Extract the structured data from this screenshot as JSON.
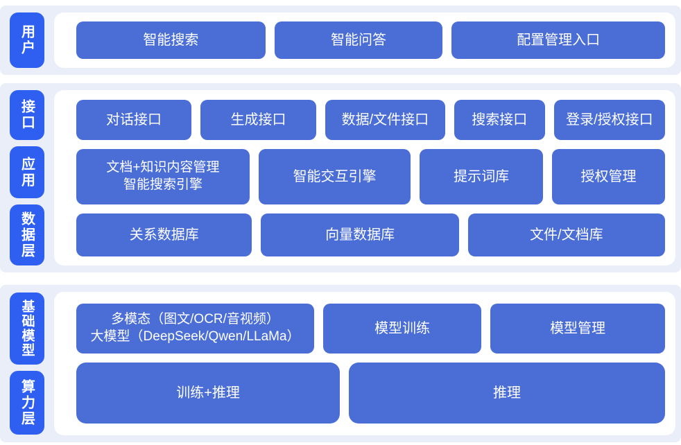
{
  "colors": {
    "band_bg": "#e9eef8",
    "panel_bg": "#ffffff",
    "pill_blue": "#2e5ff0",
    "button_blue": "#4a6ed6",
    "text_white": "#ffffff"
  },
  "bands": [
    {
      "name": "user-layer",
      "labels": [
        {
          "id": "user",
          "text": "用户"
        }
      ],
      "rows": [
        {
          "buttons": [
            {
              "label": "智能搜索"
            },
            {
              "label": "智能问答"
            },
            {
              "label": "配置管理入口"
            }
          ]
        }
      ]
    },
    {
      "name": "interface-application-data",
      "labels": [
        {
          "id": "interface",
          "text": "接口"
        },
        {
          "id": "application",
          "text": "应用"
        },
        {
          "id": "data-layer",
          "text": "数据层"
        }
      ],
      "rows": [
        {
          "buttons": [
            {
              "label": "对话接口"
            },
            {
              "label": "生成接口"
            },
            {
              "label": "数据/文件接口"
            },
            {
              "label": "搜索接口"
            },
            {
              "label": "登录/授权接口"
            }
          ]
        },
        {
          "buttons": [
            {
              "lines": [
                "文档+知识内容管理",
                "智能搜索引擎"
              ]
            },
            {
              "label": "智能交互引擎"
            },
            {
              "label": "提示词库"
            },
            {
              "label": "授权管理"
            }
          ]
        },
        {
          "buttons": [
            {
              "label": "关系数据库"
            },
            {
              "label": "向量数据库"
            },
            {
              "label": "文件/文档库"
            }
          ]
        }
      ]
    },
    {
      "name": "foundation-model-compute",
      "labels": [
        {
          "id": "foundation-model",
          "text": "基础模型"
        },
        {
          "id": "compute-layer",
          "text": "算力层"
        }
      ],
      "rows": [
        {
          "buttons": [
            {
              "lines": [
                "多模态（图文/OCR/音视频）",
                "大模型（DeepSeek/Qwen/LLaMa）"
              ]
            },
            {
              "label": "模型训练"
            },
            {
              "label": "模型管理"
            }
          ]
        },
        {
          "buttons": [
            {
              "label": "训练+推理"
            },
            {
              "label": "推理"
            }
          ]
        }
      ]
    }
  ]
}
